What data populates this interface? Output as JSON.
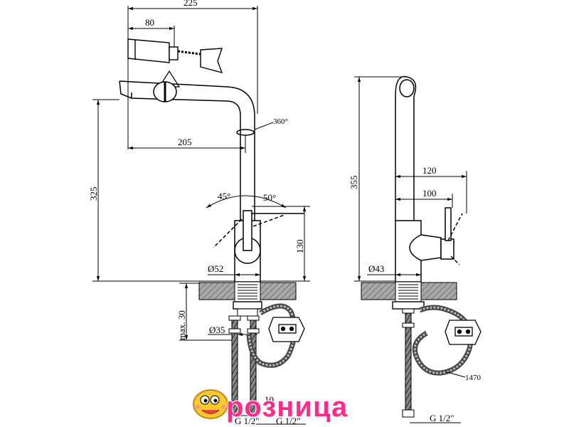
{
  "dimensions": {
    "total_width": "225",
    "spray_width": "80",
    "rotation": "360°",
    "spout_reach": "205",
    "height_left": "325",
    "angle_left": "45°",
    "angle_right": "50°",
    "body_height": "130",
    "body_diameter": "Ø52",
    "max_thickness": "max. 30",
    "shank_diameter": "Ø35",
    "thread_left_a": "G 1/2\"",
    "thread_left_b": "G 1/2\"",
    "hidden_label": "10",
    "height_right": "355",
    "handle_reach_a": "120",
    "handle_reach_b": "100",
    "side_diameter": "Ø43",
    "hose_length": "1470",
    "thread_right": "G 1/2\""
  },
  "brand": {
    "name": "розница"
  },
  "colors": {
    "line": "#000000",
    "counter_fill": "#a0a0a0",
    "brand_pink": "#ff2a8a",
    "mascot_yellow": "#f7c92a"
  }
}
